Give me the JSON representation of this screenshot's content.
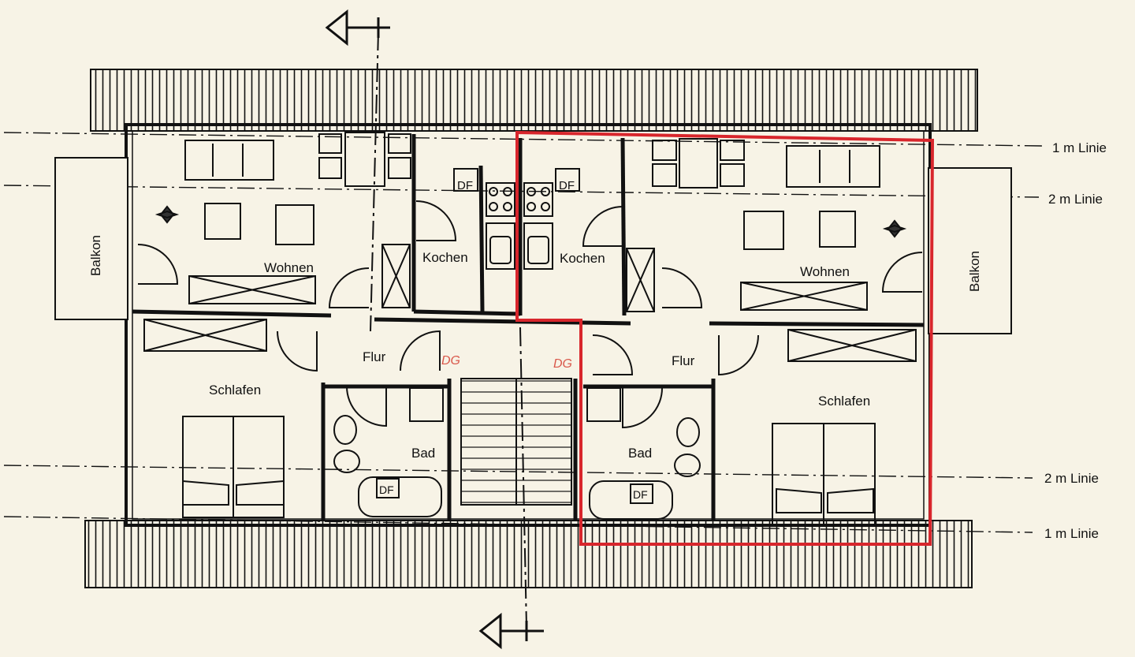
{
  "floor_plan": {
    "colors": {
      "background": "#f7f3e6",
      "ink": "#111111",
      "highlight": "#d8262c",
      "stamp": "#d9574a"
    },
    "left_unit": {
      "wohnen": "Wohnen",
      "kochen": "Kochen",
      "schlafen": "Schlafen",
      "flur": "Flur",
      "bad": "Bad",
      "balkon": "Balkon",
      "df_kitchen": "DF",
      "df_bath": "DF",
      "stamp": "DG"
    },
    "right_unit": {
      "wohnen": "Wohnen",
      "kochen": "Kochen",
      "schlafen": "Schlafen",
      "flur": "Flur",
      "bad": "Bad",
      "balkon": "Balkon",
      "df_kitchen": "DF",
      "df_bath": "DF",
      "stamp": "DG"
    },
    "level_lines": {
      "top_1m": "1 m Linie",
      "top_2m": "2 m Linie",
      "bottom_2m": "2 m Linie",
      "bottom_1m": "1 m Linie"
    },
    "highlighted_unit": "right_unit",
    "section_marker_icon": "section-arrow-icon"
  }
}
